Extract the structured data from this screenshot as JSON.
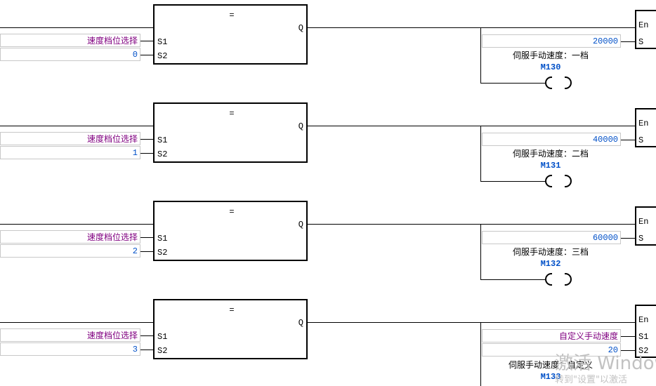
{
  "editor": {
    "type": "ladder-logic",
    "colors": {
      "symbol_text": "#800080",
      "value_text": "#0050c8",
      "address_text": "#0050c8",
      "comment_text": "#000000",
      "wire": "#000000",
      "box_border": "#c8c8c8",
      "block_border": "#000000",
      "background": "#ffffff",
      "watermark": "#c2c2c2"
    }
  },
  "rungs": [
    {
      "id": "rung-1",
      "compare": {
        "operator": "=",
        "output_pin": "Q",
        "pins": [
          "S1",
          "S2"
        ],
        "s1_label": "速度档位选择",
        "s2_value": "0"
      },
      "output": {
        "block_pins": [
          "En",
          "S"
        ],
        "source_value": "20000",
        "comment": "伺服手动速度：一档",
        "coil_address": "M130"
      }
    },
    {
      "id": "rung-2",
      "compare": {
        "operator": "=",
        "output_pin": "Q",
        "pins": [
          "S1",
          "S2"
        ],
        "s1_label": "速度档位选择",
        "s2_value": "1"
      },
      "output": {
        "block_pins": [
          "En",
          "S"
        ],
        "source_value": "40000",
        "comment": "伺服手动速度：二档",
        "coil_address": "M131"
      }
    },
    {
      "id": "rung-3",
      "compare": {
        "operator": "=",
        "output_pin": "Q",
        "pins": [
          "S1",
          "S2"
        ],
        "s1_label": "速度档位选择",
        "s2_value": "2"
      },
      "output": {
        "block_pins": [
          "En",
          "S"
        ],
        "source_value": "60000",
        "comment": "伺服手动速度：三档",
        "coil_address": "M132"
      }
    },
    {
      "id": "rung-4",
      "compare": {
        "operator": "=",
        "output_pin": "Q",
        "pins": [
          "S1",
          "S2"
        ],
        "s1_label": "速度档位选择",
        "s2_value": "3"
      },
      "output": {
        "block_pins": [
          "En",
          "S1",
          "S2"
        ],
        "source_label": "自定义手动速度",
        "source_value": "20",
        "comment": "伺服手动速度：自定义",
        "coil_address": "M133"
      }
    }
  ],
  "watermark": {
    "title": "激活 Windows",
    "subtitle": "转到\"设置\"以激活"
  }
}
